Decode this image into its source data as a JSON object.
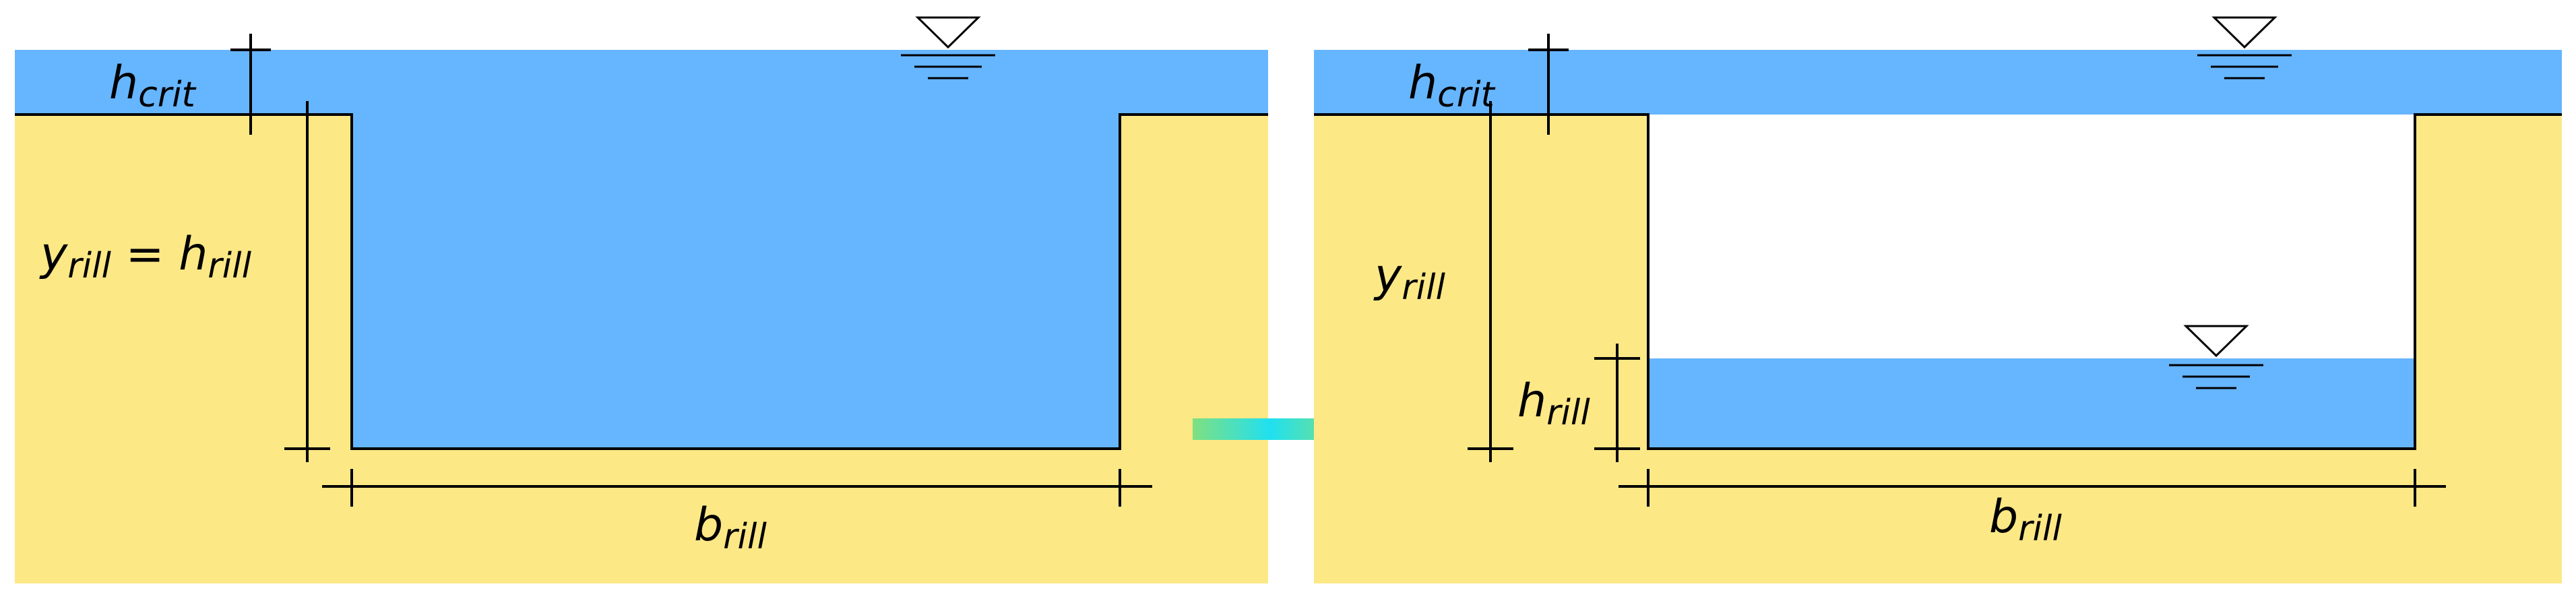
{
  "colors": {
    "soil": "#FDE886",
    "water": "#66B5FF",
    "air": "#FFFFFF",
    "line": "#000000",
    "arrow_start": "#7FE080",
    "arrow_mid": "#20E0F0",
    "arrow_end": "#70D878"
  },
  "left_panel": {
    "hcrit": {
      "main": "h",
      "sub": "crit"
    },
    "yrill": {
      "main": "y",
      "sub": "rill",
      "eq": " = h",
      "sub2": "rill"
    },
    "brill": {
      "main": "b",
      "sub": "rill"
    }
  },
  "right_panel": {
    "hcrit": {
      "main": "h",
      "sub": "crit"
    },
    "yrill": {
      "main": "y",
      "sub": "rill"
    },
    "hrill": {
      "main": "h",
      "sub": "rill"
    },
    "brill": {
      "main": "b",
      "sub": "rill"
    }
  },
  "icons": {
    "water_level": "water-level-icon",
    "transition_arrow": "arrow-right-icon"
  }
}
